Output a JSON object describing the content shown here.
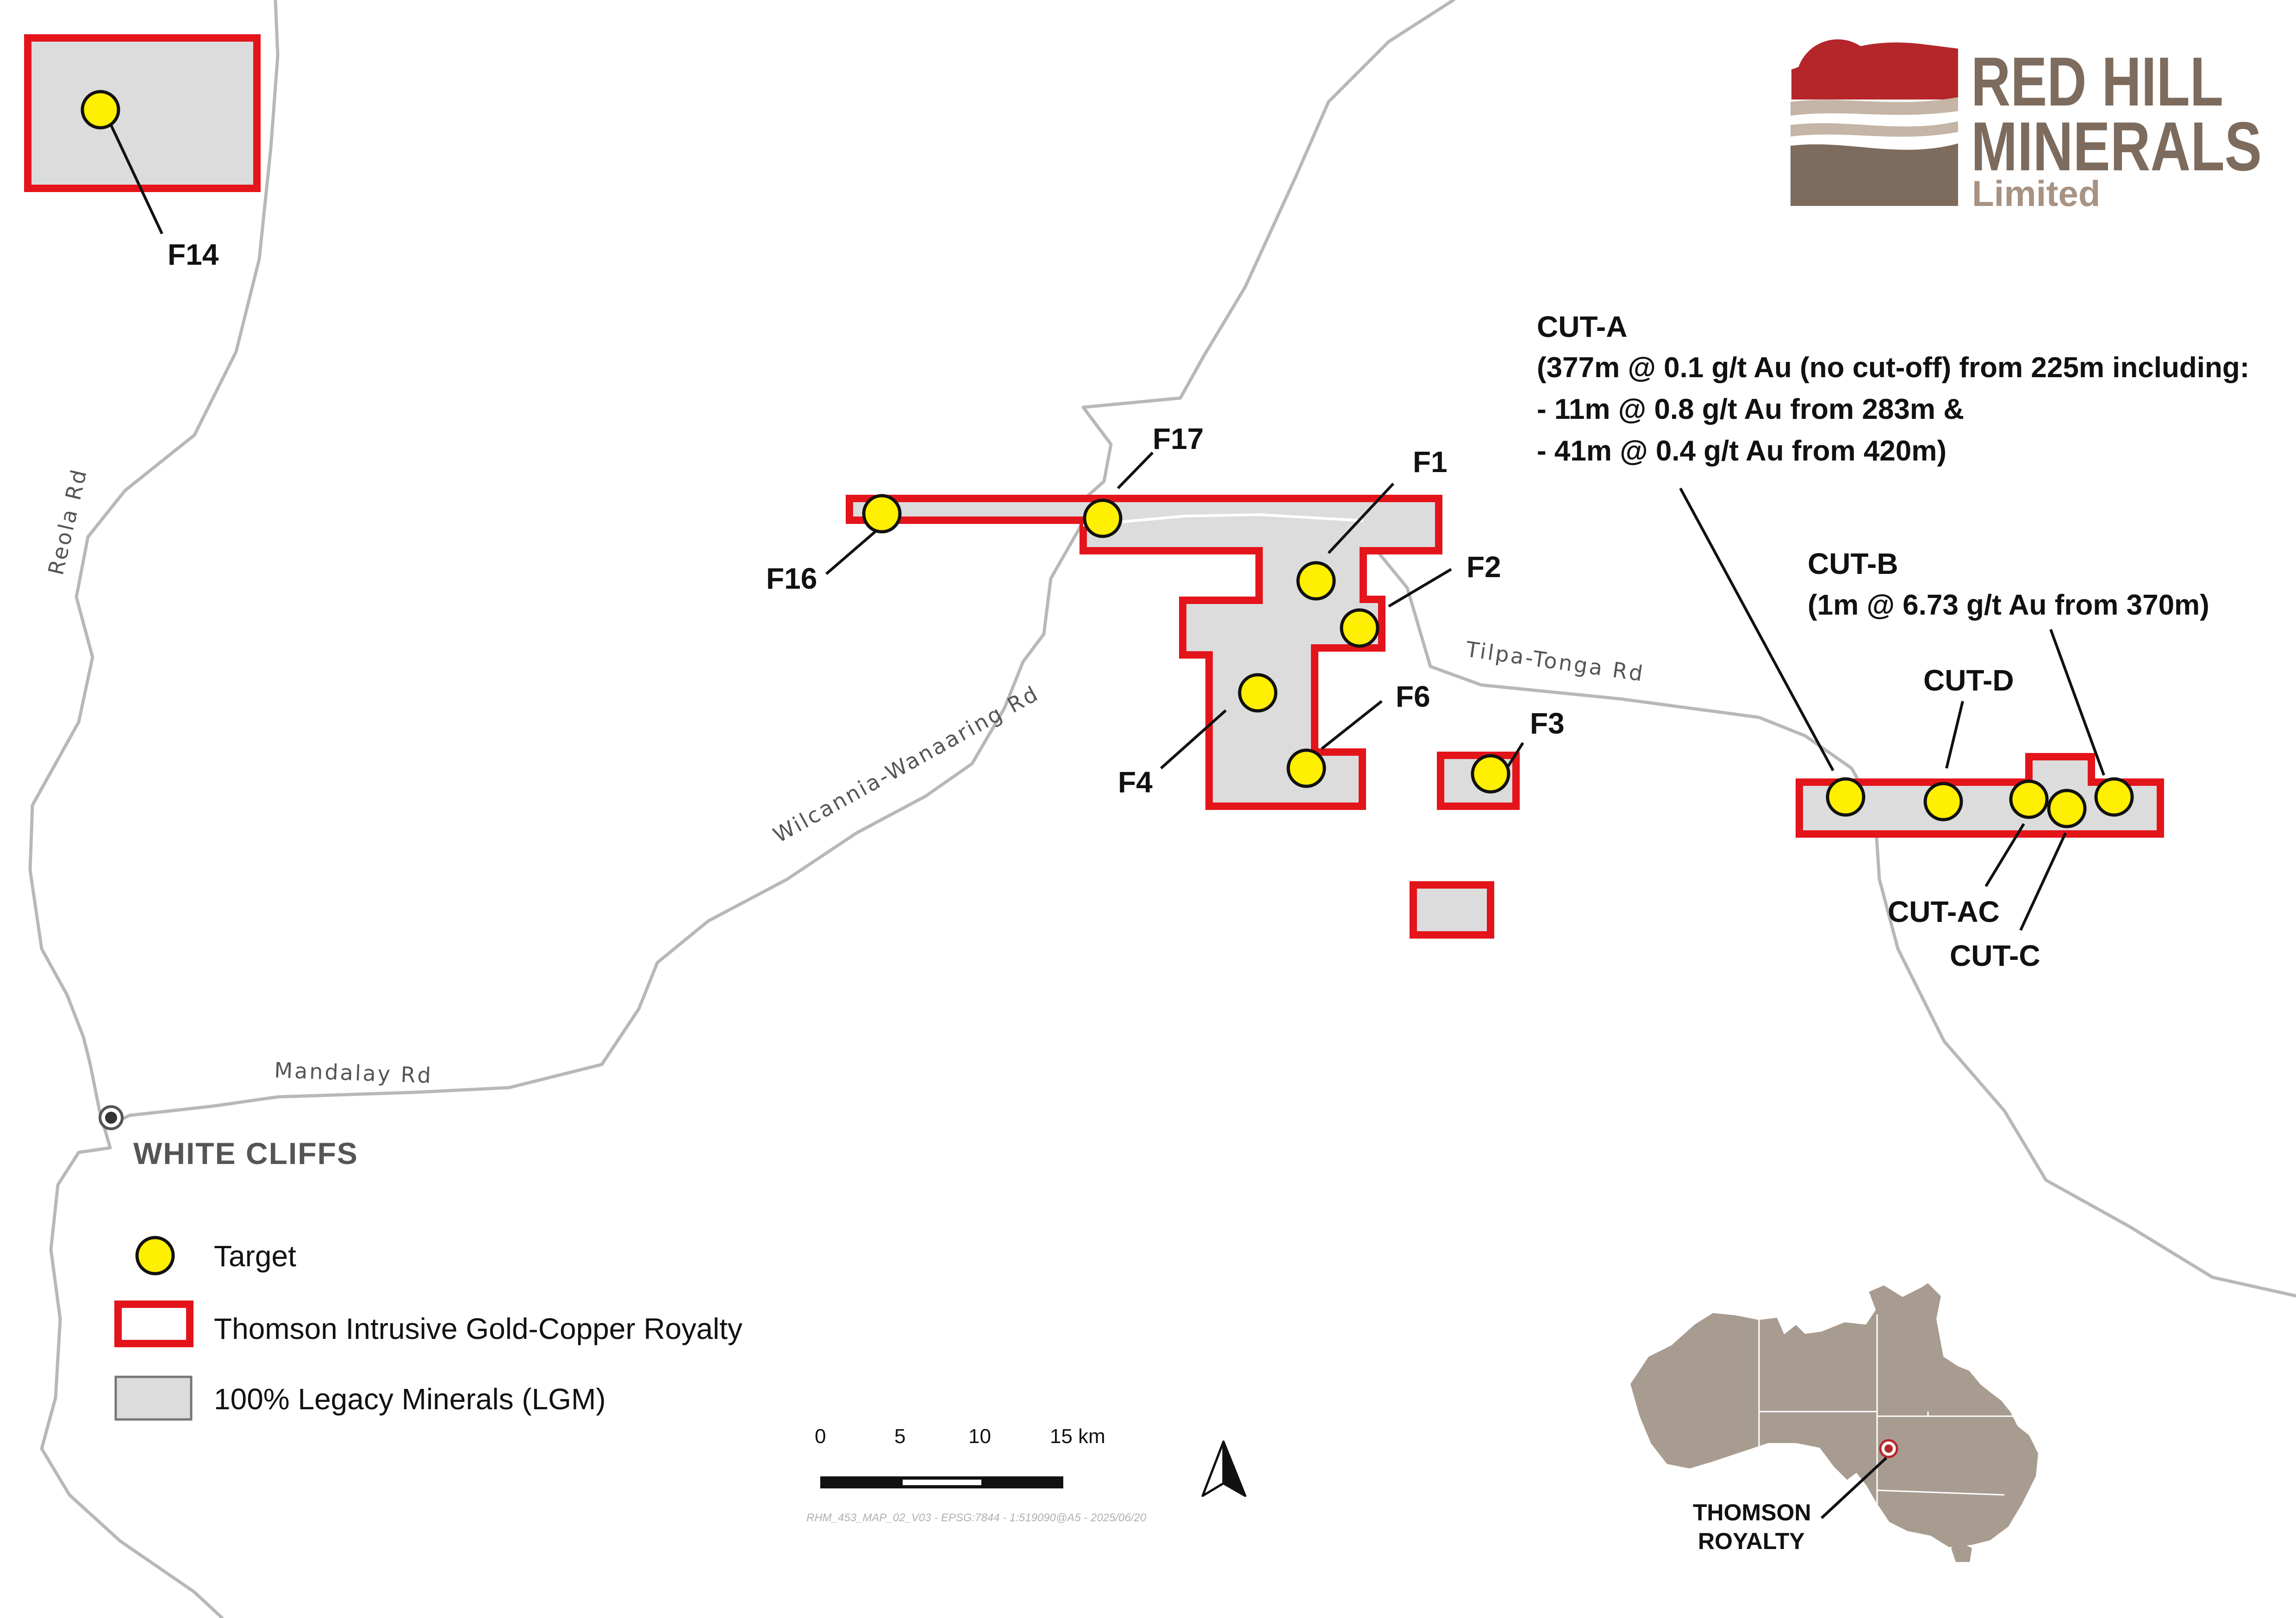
{
  "brand": {
    "line1": "RED HILL",
    "line2": "MINERALS",
    "line3": "Limited",
    "colors": {
      "red": "#b5262b",
      "brown": "#7d6b5d",
      "tan": "#c4b5a6"
    }
  },
  "roads": {
    "reola": "Reola Rd",
    "wilcannia": "Wilcannia-Wanaaring Rd",
    "tilpa": "Tilpa-Tonga Rd",
    "mandalay": "Mandalay Rd"
  },
  "town": {
    "name": "WHITE CLIFFS"
  },
  "targets": {
    "f14": "F14",
    "f16": "F16",
    "f17": "F17",
    "f1": "F1",
    "f2": "F2",
    "f4": "F4",
    "f6": "F6",
    "f3": "F3",
    "cut_a": "CUT-A",
    "cut_b": "CUT-B",
    "cut_d": "CUT-D",
    "cut_ac": "CUT-AC",
    "cut_c": "CUT-C"
  },
  "annotations": {
    "cut_a_lines": [
      "(377m @ 0.1 g/t Au (no cut-off) from 225m including:",
      "- 11m @ 0.8 g/t Au from 283m &",
      "- 41m @ 0.4 g/t Au from 420m)"
    ],
    "cut_b_line": "(1m @ 6.73 g/t Au from 370m)"
  },
  "legend": {
    "target": "Target",
    "royalty": "Thomson Intrusive Gold-Copper Royalty",
    "legacy": "100% Legacy Minerals (LGM)",
    "colors": {
      "target": "#ffef00",
      "royalty_outline": "#e4141b",
      "legacy_fill": "#dcdcdc"
    }
  },
  "scale_bar": {
    "ticks": [
      "0",
      "5",
      "10",
      "15 km"
    ]
  },
  "credit": "RHM_453_MAP_02_V03 - EPSG:7844 - 1:519090@A5 - 2025/06/20",
  "inset": {
    "line1": "THOMSON",
    "line2": "ROYALTY",
    "land_color": "#a89b90"
  }
}
